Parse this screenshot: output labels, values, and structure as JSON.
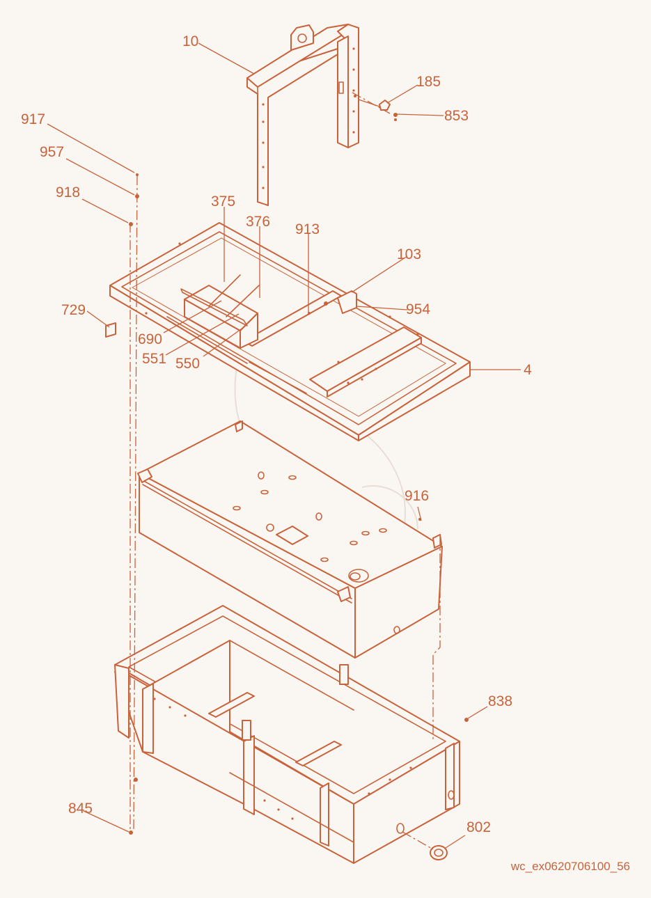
{
  "diagram": {
    "accent_color": "#c8623a",
    "background_color": "#faf7f3",
    "figure_id": "wc_ex0620706100_56",
    "callouts": [
      {
        "id": "10",
        "text": "10"
      },
      {
        "id": "185",
        "text": "185"
      },
      {
        "id": "853",
        "text": "853"
      },
      {
        "id": "917",
        "text": "917"
      },
      {
        "id": "957",
        "text": "957"
      },
      {
        "id": "918",
        "text": "918"
      },
      {
        "id": "375",
        "text": "375"
      },
      {
        "id": "376",
        "text": "376"
      },
      {
        "id": "913",
        "text": "913"
      },
      {
        "id": "103",
        "text": "103"
      },
      {
        "id": "954",
        "text": "954"
      },
      {
        "id": "729",
        "text": "729"
      },
      {
        "id": "690",
        "text": "690"
      },
      {
        "id": "551",
        "text": "551"
      },
      {
        "id": "550",
        "text": "550"
      },
      {
        "id": "4",
        "text": "4"
      },
      {
        "id": "916",
        "text": "916"
      },
      {
        "id": "838",
        "text": "838"
      },
      {
        "id": "845",
        "text": "845"
      },
      {
        "id": "802",
        "text": "802"
      }
    ]
  }
}
